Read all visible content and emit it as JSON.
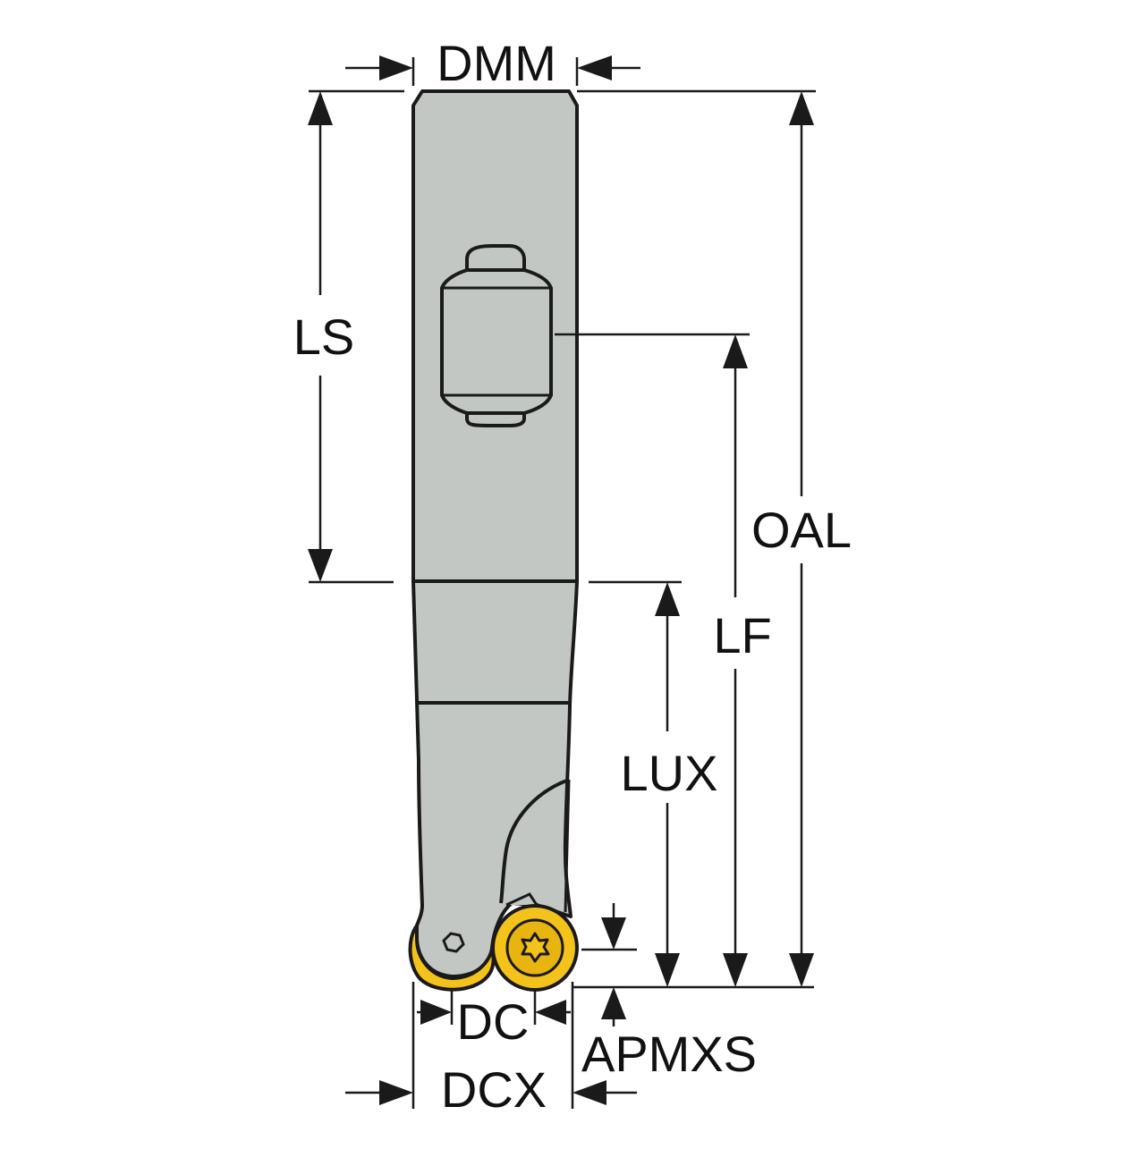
{
  "labels": {
    "dmm": "DMM",
    "ls": "LS",
    "oal": "OAL",
    "lf": "LF",
    "lux": "LUX",
    "dc": "DC",
    "dcx": "DCX",
    "apmxs": "APMXS"
  },
  "colors": {
    "body": "#c3c7c4",
    "outline": "#1a1a1a",
    "insert": "#f3c21b",
    "insert_dark": "#c79600",
    "line": "#1a1a1a"
  }
}
